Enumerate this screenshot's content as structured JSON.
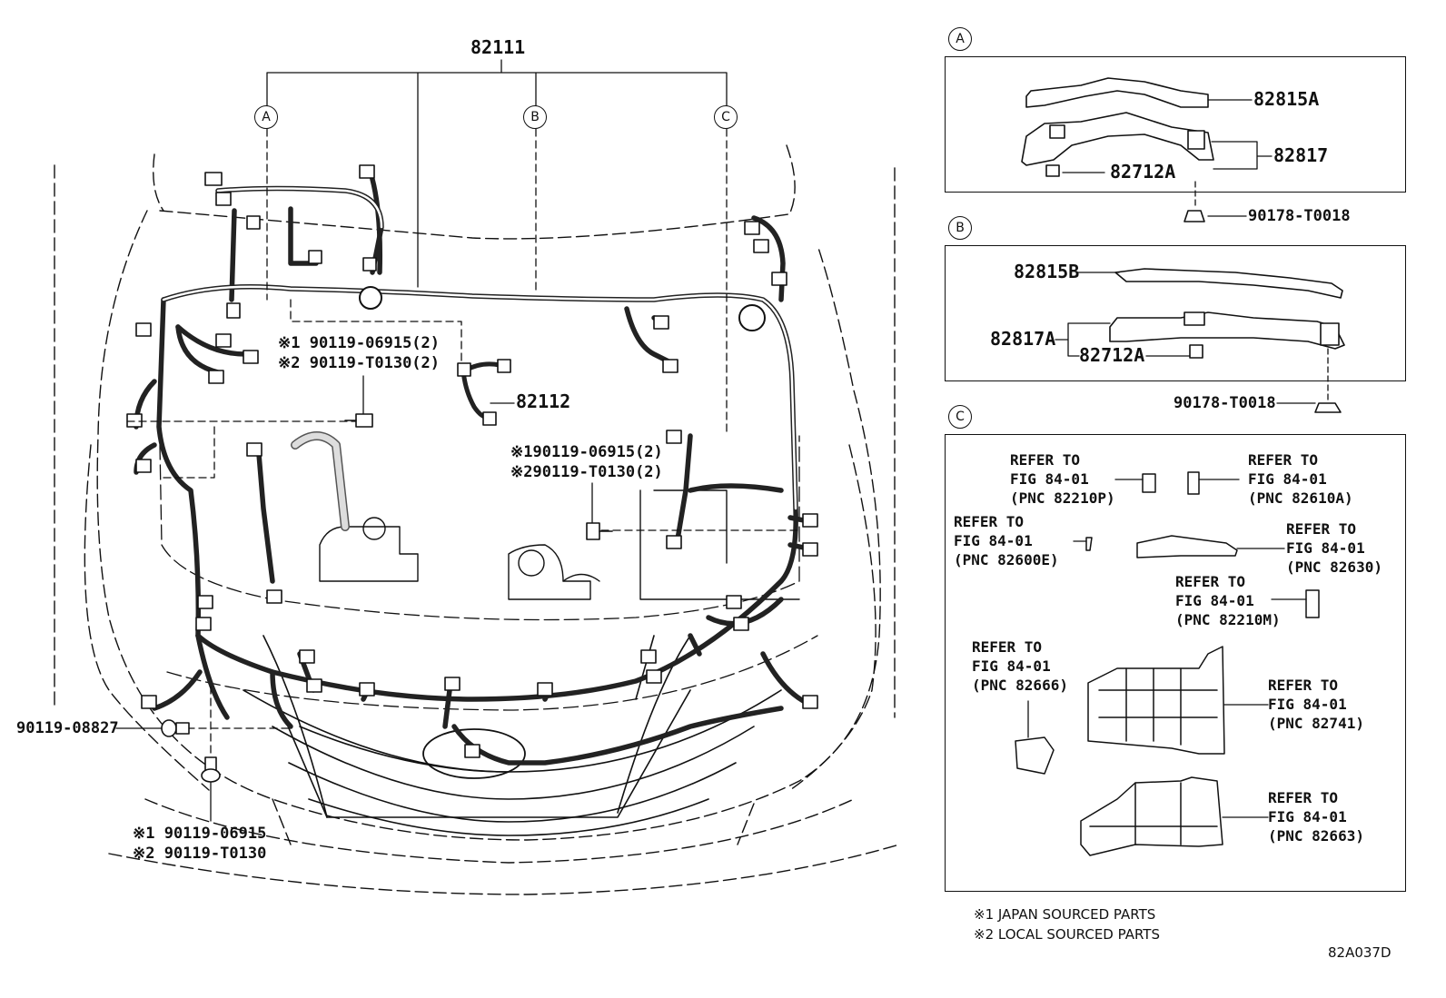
{
  "main": {
    "harness_label": "82111",
    "engine_wire_label": "82112",
    "callouts": {
      "a": "A",
      "b": "B",
      "c": "C"
    },
    "bolt_left_top": {
      "line1": "※1 90119-06915(2)",
      "line2": "※2 90119-T0130(2)"
    },
    "bolt_mid": {
      "line1": "※190119-06915(2)",
      "line2": "※290119-T0130(2)"
    },
    "bolt_left_side": "90119-08827",
    "bolt_bottom": {
      "line1": "※1 90119-06915",
      "line2": "※2 90119-T0130"
    }
  },
  "panel_a": {
    "marker": "A",
    "parts": {
      "p1": "82815A",
      "p2": "82817",
      "p3": "82712A"
    },
    "clip": "90178-T0018"
  },
  "panel_b": {
    "marker": "B",
    "parts": {
      "p1": "82815B",
      "p2": "82817A",
      "p3": "82712A"
    },
    "clip": "90178-T0018"
  },
  "panel_c": {
    "marker": "C",
    "refs": [
      {
        "l1": "REFER TO",
        "l2": "FIG 84-01",
        "l3": "(PNC 82210P)"
      },
      {
        "l1": "REFER TO",
        "l2": "FIG 84-01",
        "l3": "(PNC 82610A)"
      },
      {
        "l1": "REFER TO",
        "l2": "FIG 84-01",
        "l3": "(PNC 82600E)"
      },
      {
        "l1": "REFER TO",
        "l2": "FIG 84-01",
        "l3": "(PNC 82630)"
      },
      {
        "l1": "REFER TO",
        "l2": "FIG 84-01",
        "l3": "(PNC 82210M)"
      },
      {
        "l1": "REFER TO",
        "l2": "FIG 84-01",
        "l3": "(PNC 82666)"
      },
      {
        "l1": "REFER TO",
        "l2": "FIG 84-01",
        "l3": "(PNC 82741)"
      },
      {
        "l1": "REFER TO",
        "l2": "FIG 84-01",
        "l3": "(PNC 82663)"
      }
    ]
  },
  "footnotes": {
    "n1": "※1 JAPAN SOURCED PARTS",
    "n2": "※2 LOCAL SOURCED PARTS"
  },
  "figure_code": "82A037D"
}
